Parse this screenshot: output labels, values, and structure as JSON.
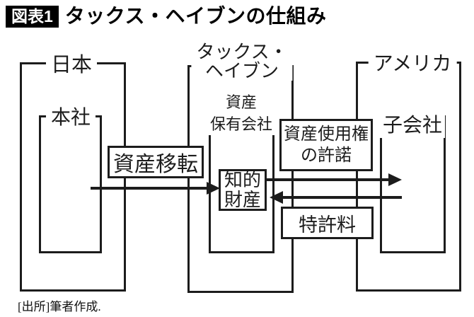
{
  "header": {
    "badge": "図表1",
    "title": "タックス・ヘイブンの仕組み"
  },
  "regions": {
    "japan": {
      "label": "日本",
      "company": {
        "label": "本社"
      }
    },
    "tax_haven": {
      "label_lines": [
        "タックス・",
        "ヘイブン"
      ],
      "company": {
        "label_lines": [
          "資産",
          "保有会社"
        ]
      },
      "asset": {
        "label_lines": [
          "知的",
          "財産"
        ]
      }
    },
    "america": {
      "label": "アメリカ",
      "company": {
        "label": "子会社"
      }
    }
  },
  "flows": {
    "asset_transfer": {
      "label": "資産移転",
      "direction": "right",
      "from": "本社",
      "to": "知的財産"
    },
    "license_grant": {
      "label_lines": [
        "資産使用権",
        "の許諾"
      ],
      "direction": "right",
      "from": "知的財産",
      "to": "子会社"
    },
    "patent_fee": {
      "label": "特許料",
      "direction": "left",
      "from": "子会社",
      "to": "知的財産"
    }
  },
  "footer": {
    "source": "[出所]筆者作成."
  },
  "colors": {
    "ink": "#1c1c1c",
    "badge_bg": "#000000",
    "badge_fg": "#ffffff",
    "background": "#ffffff"
  }
}
